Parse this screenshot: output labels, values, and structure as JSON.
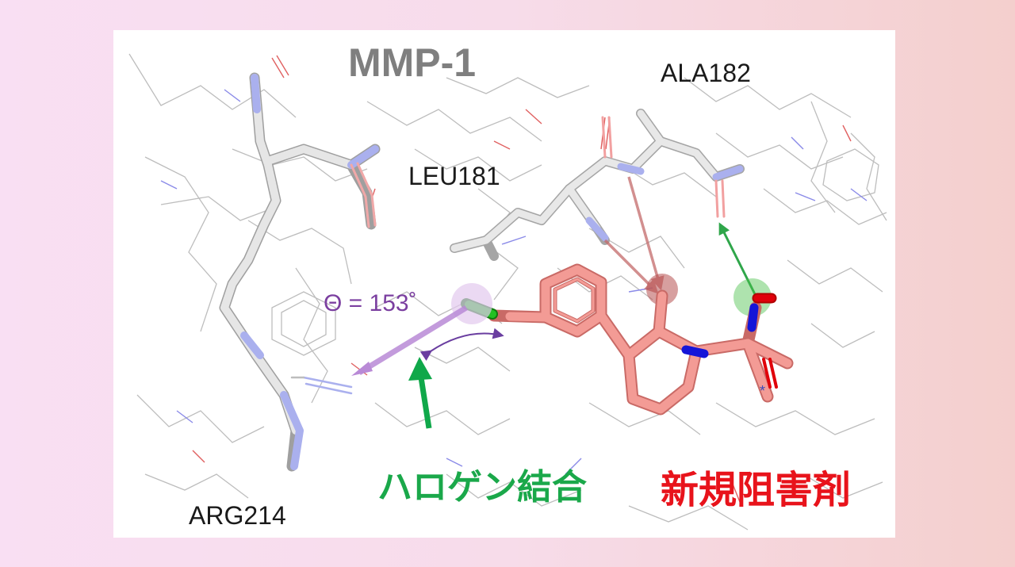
{
  "title": "MMP-1",
  "residues": {
    "ala182": "ALA182",
    "leu181": "LEU181",
    "arg214": "ARG214"
  },
  "angle_label": "Θ = 153˚",
  "halogen_bond_label": "ハロゲン結合",
  "new_inhibitor_label": "新規阻害剤",
  "colors": {
    "title": "#7f7f7f",
    "halogen_bond": "#1aa84a",
    "new_inhibitor": "#e8131b",
    "angle": "#7b3fa0",
    "ligand": "#f08a84",
    "nitrogen": "#1515d8",
    "chlorine": "#22b322",
    "oxygen": "#e0000a",
    "protein": "#dcdcdc",
    "protein_n": "#aab0ee"
  }
}
